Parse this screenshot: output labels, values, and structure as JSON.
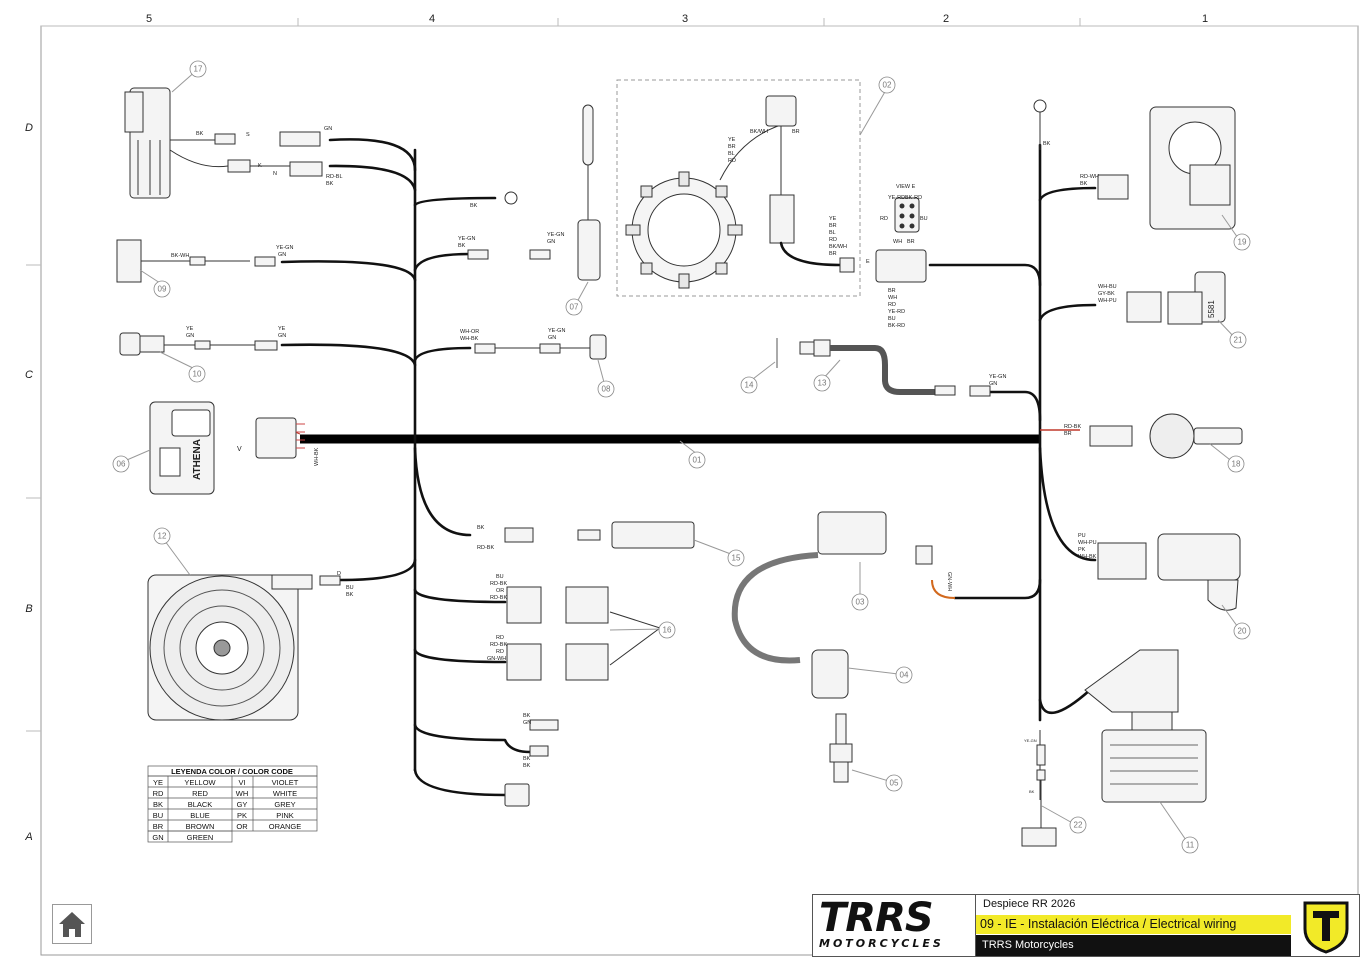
{
  "grid": {
    "columns": [
      "5",
      "4",
      "3",
      "2",
      "1"
    ],
    "rows": [
      "D",
      "C",
      "B",
      "A"
    ]
  },
  "color_code": {
    "title": "LEYENDA COLOR / COLOR CODE",
    "rows": [
      [
        "YE",
        "YELLOW",
        "VI",
        "VIOLET"
      ],
      [
        "RD",
        "RED",
        "WH",
        "WHITE"
      ],
      [
        "BK",
        "BLACK",
        "GY",
        "GREY"
      ],
      [
        "BU",
        "BLUE",
        "PK",
        "PINK"
      ],
      [
        "BR",
        "BROWN",
        "OR",
        "ORANGE"
      ],
      [
        "GN",
        "GREEN",
        "",
        ""
      ]
    ]
  },
  "callouts": [
    "01",
    "02",
    "03",
    "04",
    "05",
    "06",
    "07",
    "08",
    "09",
    "10",
    "11",
    "12",
    "13",
    "14",
    "15",
    "16",
    "17",
    "18",
    "19",
    "20",
    "21",
    "22"
  ],
  "wire_labels": {
    "p17_a": "BK",
    "p17_b": "S",
    "p17_c": "GN",
    "p17_d": "K",
    "p17_e": "N",
    "p17_f": "RD-BL",
    "p17_g": "BK",
    "ring_bk": "BK",
    "p09_a": "BK-WH",
    "p09_b": "YE-GN",
    "p09_c": "GN",
    "p10_a": "YE",
    "p10_b": "GN",
    "p10_c": "YE",
    "p10_d": "GN",
    "p07_a": "YE-GN",
    "p07_b": "BK",
    "p07_c": "YE-GN",
    "p07_d": "GN",
    "p08_a": "WH-OR",
    "p08_b": "WH-BK",
    "p08_c": "YE-GN",
    "p08_d": "GN",
    "p02_a": "YE",
    "p02_b": "BR",
    "p02_c": "BL",
    "p02_d": "RD",
    "p02_e": "BK/WH",
    "p02_f": "BR",
    "p02_g": "YE",
    "p02_h": "BR",
    "p02_i": "BL",
    "p02_j": "RD",
    "p02_k": "BK/WH",
    "p02_l": "BR",
    "view_e": "VIEW E",
    "ve_a": "YE-RD",
    "ve_b": "BK-RD",
    "ve_c": "RD",
    "ve_d": "BU",
    "ve_e": "WH",
    "ve_f": "BR",
    "e_mark": "E",
    "stat_a": "BR",
    "stat_b": "WH",
    "stat_c": "RD",
    "stat_d": "YE-RD",
    "stat_e": "BU",
    "stat_f": "BK-RD",
    "right_bk": "BK",
    "p19_a": "RD-WH",
    "p19_b": "BK",
    "p21_a": "WH-BU",
    "p21_b": "GY-BK",
    "p21_c": "WH-PU",
    "p13_a": "YE-GN",
    "p13_b": "GN",
    "p18_a": "RD-BK",
    "p18_b": "BR",
    "p20_a": "PU",
    "p20_b": "WH-PU",
    "p20_c": "PK",
    "p20_d": "WH-BK",
    "ecu_v": "V",
    "ecu_wire": "WH-BK",
    "p15_a": "BK",
    "p15_b": "RD-BK",
    "p12_a": "D",
    "p12_b": "BU",
    "p12_c": "BK",
    "p16_a": "BU",
    "p16_b": "RD-BK",
    "p16_c": "OR",
    "p16_d": "RD-BK",
    "p16_e": "RD",
    "p16_f": "RD-BK",
    "p16_g": "RD",
    "p16_h": "GN-WH",
    "p03_a": "GN-WH",
    "lower_a": "BK",
    "lower_b": "GN",
    "lower_c": "BK",
    "lower_d": "BK",
    "p22_a": "YE-GN",
    "p22_b": "BK",
    "ecu_brand": "ATHENA",
    "sensor_code": "5581"
  },
  "title_block": {
    "brand": "TRRS",
    "brand_sub": "MOTORCYCLES",
    "title": "Despiece RR 2026",
    "subtitle": "09 - IE - Instalación Eléctrica / Electrical wiring",
    "company": "TRRS Motorcycles"
  },
  "colors": {
    "accent_yellow": "#f2ea28",
    "wire": "#111111",
    "company_bar": "#111111"
  },
  "icons": {
    "home": "home-icon",
    "badge": "trrs-shield-icon"
  }
}
